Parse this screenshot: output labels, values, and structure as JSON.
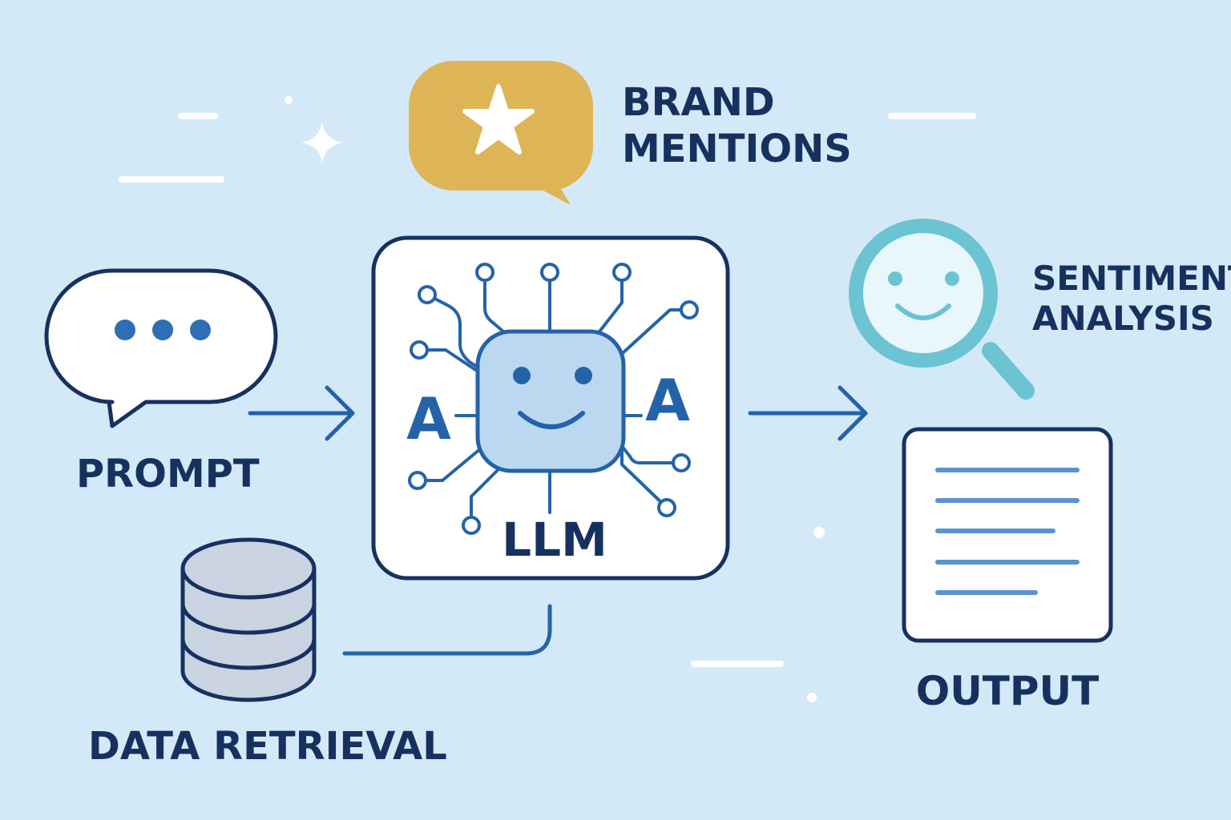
{
  "colors": {
    "background": "#d3e9f8",
    "navy": "#17315f",
    "blue": "#2563a8",
    "mid_blue": "#5b93cf",
    "chip_fill": "#bcd8f1",
    "gold": "#ddb557",
    "teal": "#6cc3d2",
    "db_fill": "#c9d3e2",
    "white": "#ffffff"
  },
  "labels": {
    "brand_line1": "BRAND",
    "brand_line2": "MENTIONS",
    "sentiment_line1": "SENTIMENT",
    "sentiment_line2": "ANALYSIS",
    "prompt": "PROMPT",
    "llm": "LLM",
    "llm_glyph": "A",
    "data_retrieval": "DATA RETRIEVAL",
    "output": "OUTPUT"
  },
  "icons": {
    "prompt": "chat-bubble-ellipsis-icon",
    "brand": "star-speech-bubble-icon",
    "llm": "circuit-chip-smiley-icon",
    "sentiment": "magnifier-smiley-icon",
    "data": "database-icon",
    "output": "document-lines-icon"
  }
}
